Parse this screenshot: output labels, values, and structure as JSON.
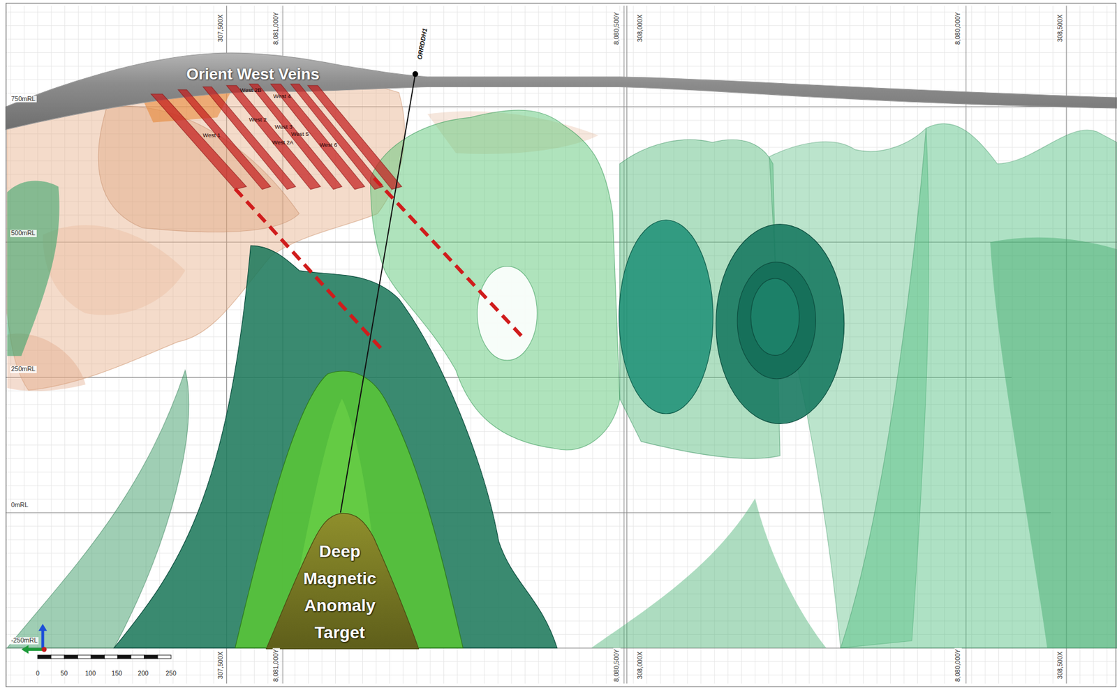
{
  "diagram": {
    "nodes": [
      {
        "text": [
          "Deep Magnetic Anomaly Target"
        ]
      }
    ],
    "labels": [
      "Orient West Veins",
      "West 2B",
      "West 4",
      "West 2",
      "West 3",
      "West 5",
      "West 1",
      "West 2A",
      "West 6",
      "ORRDDH1",
      "750mRL",
      "500mRL",
      "250mRL",
      "0mRL",
      "-250mRL",
      "307,500X",
      "8,081,000Y",
      "8,080,500Y",
      "308,000X",
      "8,080,000Y",
      "308,500X",
      "307,500X",
      "8,081,000Y",
      "8,080,500Y",
      "308,000X",
      "8,080,000Y",
      "308,500X",
      "0",
      "50",
      "100",
      "150",
      "200",
      "250"
    ]
  }
}
